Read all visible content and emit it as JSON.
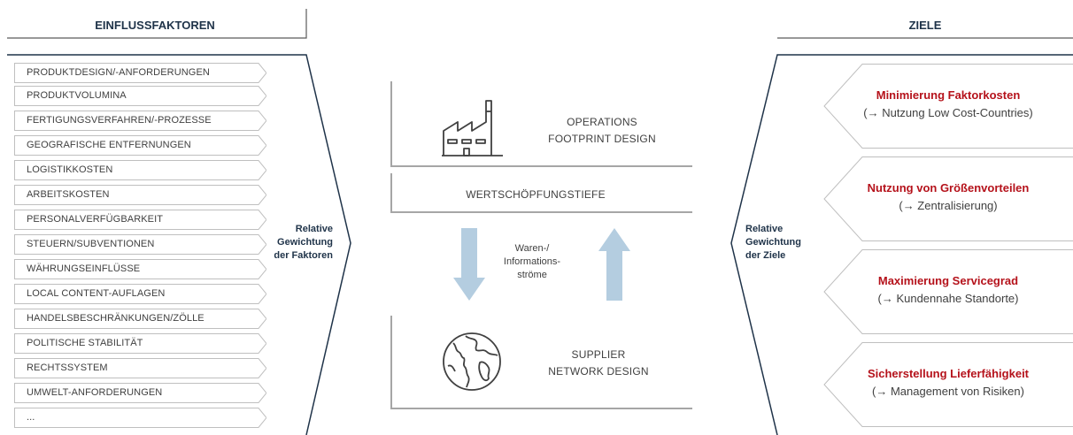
{
  "headings": {
    "left": "EINFLUSSFAKTOREN",
    "right": "ZIELE"
  },
  "factors": [
    "PRODUKTDESIGN/-ANFORDERUNGEN",
    "PRODUKTVOLUMINA",
    "FERTIGUNGSVERFAHREN/-PROZESSE",
    "GEOGRAFISCHE ENTFERNUNGEN",
    "LOGISTIKKOSTEN",
    "ARBEITSKOSTEN",
    "PERSONALVERFÜGBARKEIT",
    "STEUERN/SUBVENTIONEN",
    "WÄHRUNGSEINFLÜSSE",
    "LOCAL CONTENT-AUFLAGEN",
    "HANDELSBESCHRÄNKUNGEN/ZÖLLE",
    "POLITISCHE STABILITÄT",
    "RECHTSSYSTEM",
    "UMWELT-ANFORDERUNGEN",
    "..."
  ],
  "left_weighting": [
    "Relative",
    "Gewichtung",
    "der Faktoren"
  ],
  "right_weighting": [
    "Relative",
    "Gewichtung",
    "der Ziele"
  ],
  "center": {
    "operations": [
      "OPERATIONS",
      "FOOTPRINT DESIGN"
    ],
    "depth": "WERTSCHÖPFUNGSTIEFE",
    "flows": [
      "Waren-/",
      "Informations-",
      "ströme"
    ],
    "supplier": [
      "SUPPLIER",
      "NETWORK DESIGN"
    ]
  },
  "goals": [
    {
      "title": "Minimierung Faktorkosten",
      "sub": "(→ Nutzung Low Cost-Countries)"
    },
    {
      "title": "Nutzung von Größenvorteilen",
      "sub": "(→ Zentralisierung)"
    },
    {
      "title": "Maximierung Servicegrad",
      "sub": "(→ Kundennahe Standorte)"
    },
    {
      "title": "Sicherstellung Lieferfähigkeit",
      "sub": "(→ Management von Risiken)"
    }
  ],
  "colors": {
    "navy": "#1f3349",
    "accent_red": "#b5121b",
    "arrow_blue": "#b4cde0",
    "line_gray": "#a6a6a6"
  },
  "icons": [
    "factory-icon",
    "globe-icon",
    "arrow-down-icon",
    "arrow-up-icon"
  ]
}
